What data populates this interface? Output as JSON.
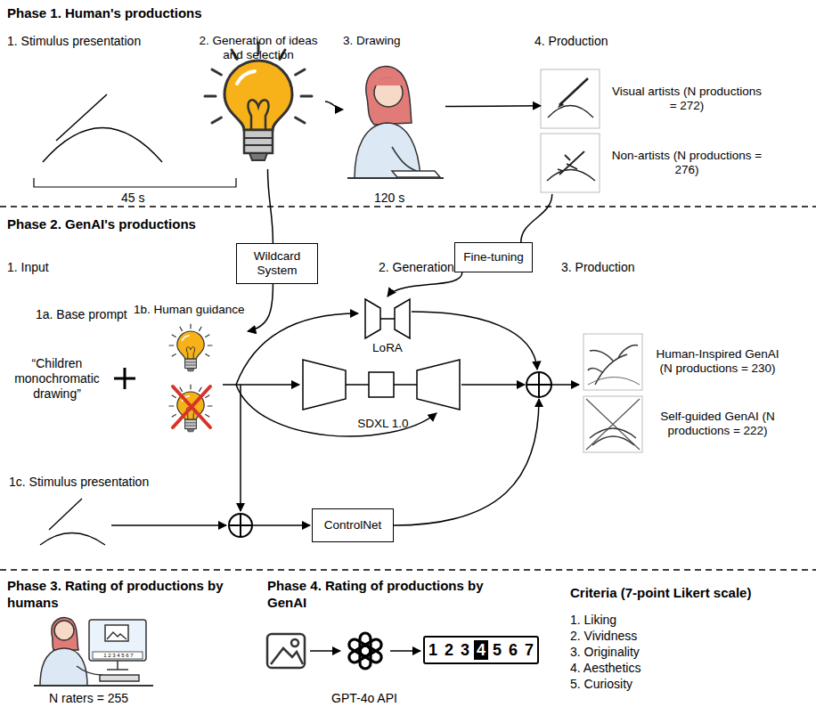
{
  "diagram": {
    "nodes": [
      {
        "text": [
          "2. Generation of ideas and selection"
        ]
      },
      {
        "text": [
          "3. Drawing"
        ]
      },
      {
        "text": [
          "Visual artists (N productions = 272)"
        ]
      },
      {
        "text": [
          "Non-artists (N productions = 276)"
        ]
      },
      {
        "text": [
          "Wildcard System"
        ]
      },
      {
        "text": [
          "Fine-tuning"
        ]
      },
      {
        "text": [
          "1b. Human guidance"
        ]
      },
      {
        "text": [
          "LoRA"
        ]
      },
      {
        "text": [
          "SDXL 1.0"
        ]
      },
      {
        "text": [
          "ControlNet"
        ]
      },
      {
        "text": [
          "Human-Inspired GenAI (N productions = 230)"
        ]
      },
      {
        "text": [
          "Self-guided GenAI (N productions = 222)"
        ]
      },
      {
        "text": [
          "1",
          "2",
          "3",
          "4",
          "5",
          "6",
          "7"
        ]
      }
    ],
    "edges": [
      {
        "from": 0,
        "to": 1,
        "arrow": "to"
      },
      {
        "from": 1,
        "to": 2,
        "arrow": "to"
      },
      {
        "from": 0,
        "to": 4,
        "arrow": "none"
      },
      {
        "from": 4,
        "to": 6,
        "arrow": "to"
      },
      {
        "from": 3,
        "to": 5,
        "arrow": "none"
      },
      {
        "from": 5,
        "to": 7,
        "arrow": "to"
      }
    ],
    "labels": [
      "Phase 1. Human's productions",
      "1. Stimulus presentation",
      "45 s",
      "120 s",
      "4. Production",
      "Phase 2. GenAI's productions",
      "1. Input",
      "2. Generation",
      "3. Production",
      "1a. Base prompt",
      "“Children monochromatic drawing”",
      "1c. Stimulus presentation",
      "Phase 3. Rating of productions by humans",
      "N raters = 255",
      "Phase 4. Rating of productions by GenAI",
      "GPT-4o API",
      "Criteria (7-point Likert scale)",
      "1. Liking",
      "2. Vividness",
      "3. Originality",
      "4. Aesthetics",
      "5. Curiosity",
      "1 2 3 4 5 6 7"
    ]
  }
}
